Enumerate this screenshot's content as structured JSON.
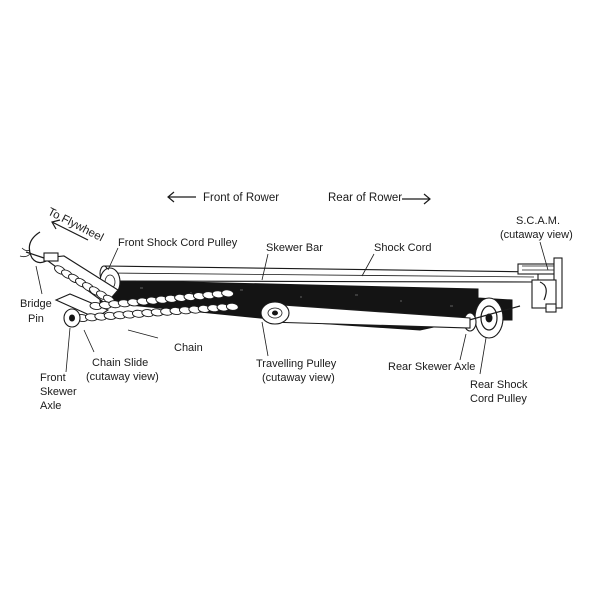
{
  "directions": {
    "front": "Front of Rower",
    "rear": "Rear of Rower",
    "to_flywheel": "To Flywheel"
  },
  "labels": {
    "front_shock_cord_pulley": "Front Shock Cord Pulley",
    "skewer_bar": "Skewer Bar",
    "shock_cord": "Shock Cord",
    "scam": "S.C.A.M.",
    "scam_sub": "(cutaway view)",
    "bridge": "Bridge",
    "pin": "Pin",
    "chain": "Chain",
    "chain_slide": "Chain Slide",
    "chain_slide_sub": "(cutaway view)",
    "front": "Front",
    "skewer": "Skewer",
    "axle": "Axle",
    "travelling_pulley": "Travelling Pulley",
    "travelling_pulley_sub": "(cutaway view)",
    "rear_skewer_axle": "Rear Skewer Axle",
    "rear_shock": "Rear Shock",
    "cord_pulley": "Cord Pulley"
  }
}
